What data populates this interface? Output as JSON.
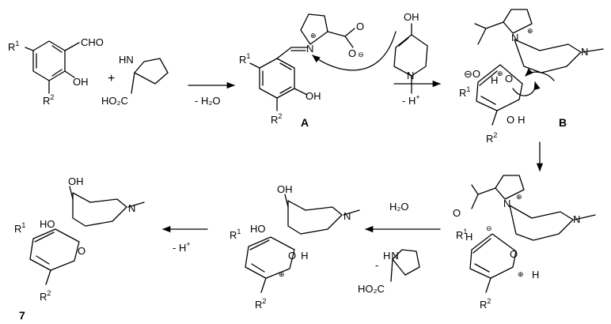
{
  "scheme": {
    "start": {
      "aldehyde": {
        "cho": "CHO",
        "oh": "OH",
        "r1": "R",
        "r1_sup": "1",
        "r2": "R",
        "r2_sup": "2"
      },
      "plus": "+",
      "proline": {
        "nh": "HN",
        "acid": "HO₂C"
      }
    },
    "arrow1": {
      "below": "- H₂O"
    },
    "intermediate_a": {
      "label": "A",
      "r1": "R",
      "r1_sup": "1",
      "r2": "R",
      "r2_sup": "2",
      "oh": "OH",
      "n_plus": "⊕",
      "carboxylate_o": "O",
      "carboxylate_minus": "⊖",
      "n": "N"
    },
    "enamine": {
      "oh": "OH",
      "n": "N"
    },
    "arrow2": {
      "below": "- H",
      "below_sup": "+"
    },
    "intermediate_b": {
      "label": "B",
      "o_minus": "⊖O",
      "h": "H",
      "o_plus": "⊕",
      "o": "O",
      "n_plus": "⊕",
      "n": "N",
      "oh": "O",
      "h2": "H",
      "r1": "R",
      "r1_sup": "1",
      "r2": "R",
      "r2_sup": "2"
    },
    "intermediate_c": {
      "o": "O",
      "h": "H",
      "o_minus": "⊖",
      "n_plus": "⊕",
      "n": "N",
      "n2": "N",
      "r1": "R",
      "r1_sup": "1",
      "r2": "R",
      "r2_sup": "2",
      "o_h": "O",
      "h2": "H",
      "o_plus": "⊕"
    },
    "arrow3": {
      "above": "H₂O",
      "reagent_nh": "H",
      "reagent_n": "N",
      "reagent_minus": "-",
      "reagent_acid": "HO₂C"
    },
    "intermediate_d": {
      "oh": "OH",
      "ho": "HO",
      "n": "N",
      "o": "O",
      "h": "H",
      "o_plus": "⊕",
      "r1": "R",
      "r1_sup": "1",
      "r2": "R",
      "r2_sup": "2"
    },
    "arrow4": {
      "below": "- H",
      "below_sup": "+"
    },
    "product": {
      "label": "7",
      "oh": "OH",
      "ho": "HO",
      "n": "N",
      "o": "O",
      "r1": "R",
      "r1_sup": "1",
      "r2": "R",
      "r2_sup": "2"
    }
  }
}
